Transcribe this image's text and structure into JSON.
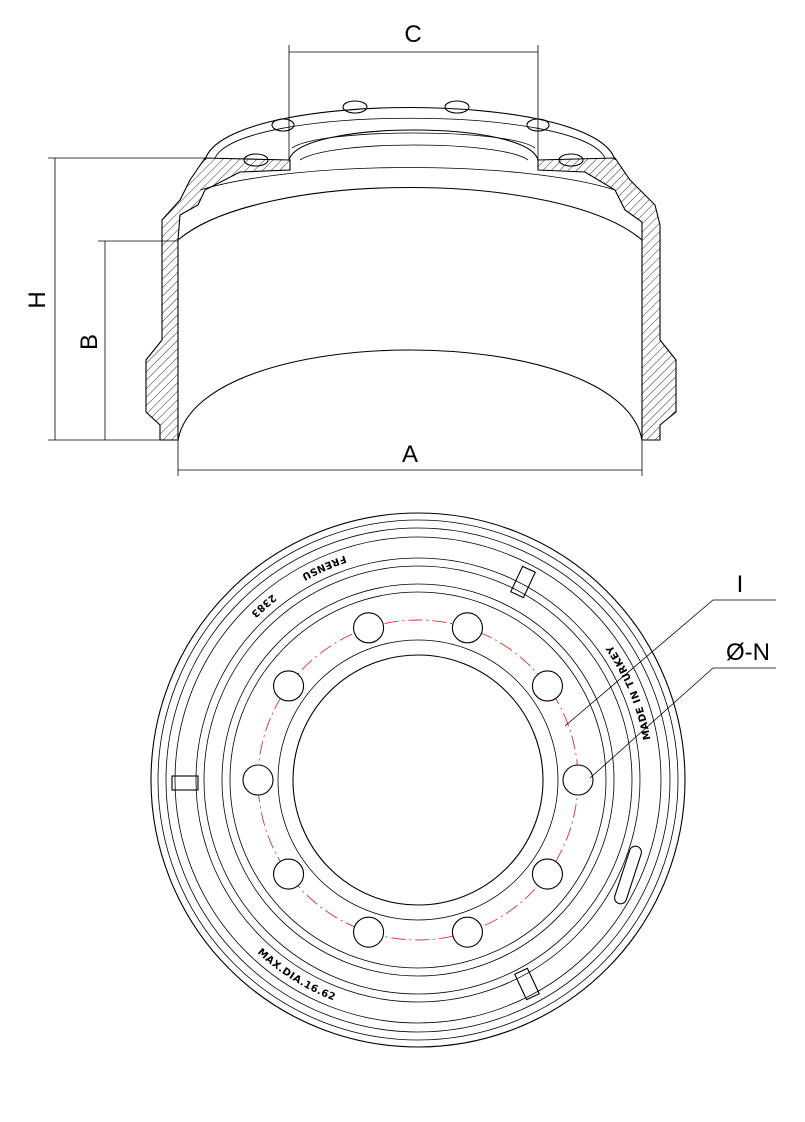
{
  "dimensions": {
    "C": "C",
    "H": "H",
    "B": "B",
    "A": "A",
    "I": "I",
    "N": "Ø-N"
  },
  "engravings": {
    "brand": "FRENSU",
    "part_number": "2383",
    "origin": "MADE IN TURKEY",
    "max_dia": "MAX.DIA.16.62"
  },
  "colors": {
    "line": "#000000",
    "bolt_circle": "#e03030"
  },
  "bolt_hole_count": 10
}
